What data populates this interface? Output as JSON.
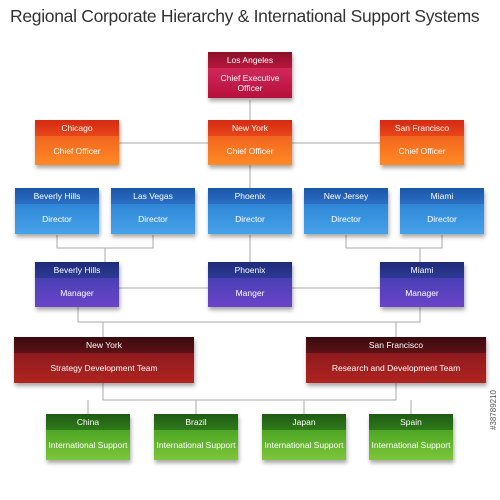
{
  "title": "Regional Corporate Hierarchy & International Support Systems",
  "colors": {
    "ceo": "#c41e4e",
    "chief": "#f26a1e",
    "director": "#3a8fd8",
    "manager": "#4a3fb4",
    "team": "#a01e1e",
    "support": "#5aae2a",
    "connector": "#aaaaaa"
  },
  "ceo": {
    "location": "Los Angeles",
    "role": "Chief Executive Officer"
  },
  "chiefs": [
    {
      "location": "Chicago",
      "role": "Chief  Officer"
    },
    {
      "location": "New York",
      "role": "Chief  Officer"
    },
    {
      "location": "San Francisco",
      "role": "Chief  Officer"
    }
  ],
  "directors": [
    {
      "location": "Beverly Hills",
      "role": "Director"
    },
    {
      "location": "Las Vegas",
      "role": "Director"
    },
    {
      "location": "Phoenix",
      "role": "Director"
    },
    {
      "location": "New Jersey",
      "role": "Director"
    },
    {
      "location": "Miami",
      "role": "Director"
    }
  ],
  "managers": [
    {
      "location": "Beverly Hills",
      "role": "Manager"
    },
    {
      "location": "Phoenix",
      "role": "Manger"
    },
    {
      "location": "Miami",
      "role": "Manager"
    }
  ],
  "teams": [
    {
      "location": "New York",
      "role": "Strategy Development Team"
    },
    {
      "location": "San Francisco",
      "role": "Research and Development Team"
    }
  ],
  "support": [
    {
      "location": "China",
      "role": "International Support"
    },
    {
      "location": "Brazil",
      "role": "International Support"
    },
    {
      "location": "Japan",
      "role": "International Support"
    },
    {
      "location": "Spain",
      "role": "International Support"
    }
  ],
  "watermark": "#38789210"
}
